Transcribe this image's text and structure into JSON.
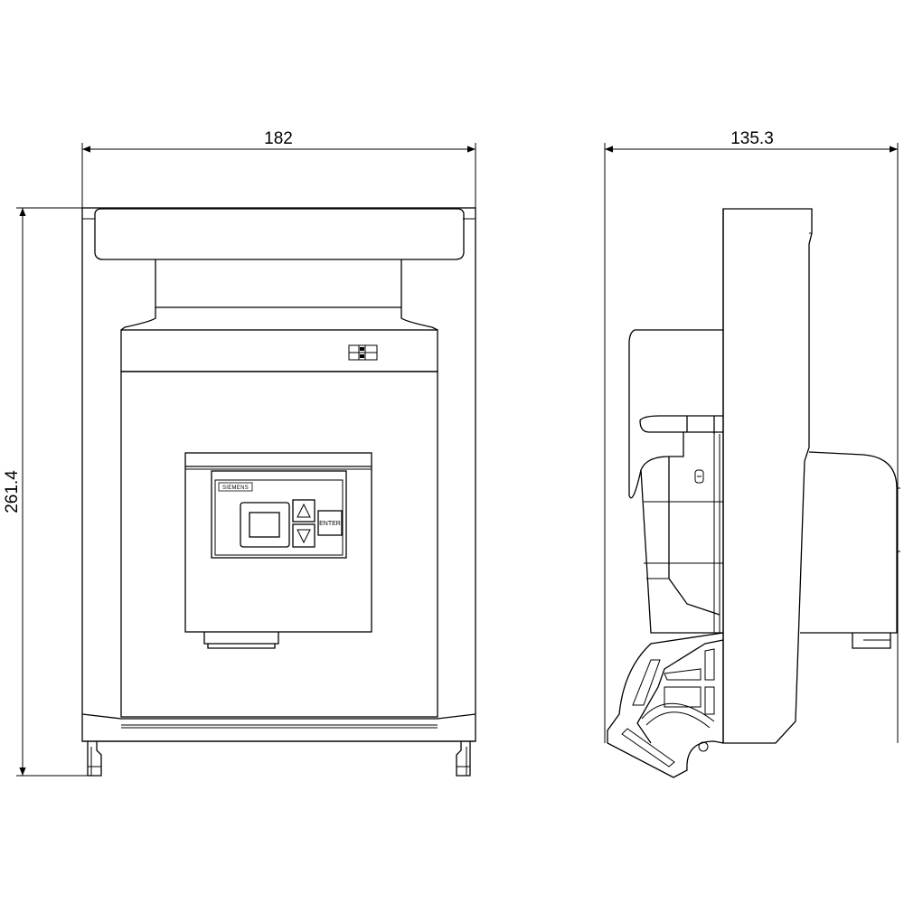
{
  "dimensions": {
    "front_width": "182",
    "side_depth": "135.3",
    "height": "261.4"
  },
  "keypad": {
    "brand": "SIEMENS",
    "enter_label": "ENTER"
  }
}
